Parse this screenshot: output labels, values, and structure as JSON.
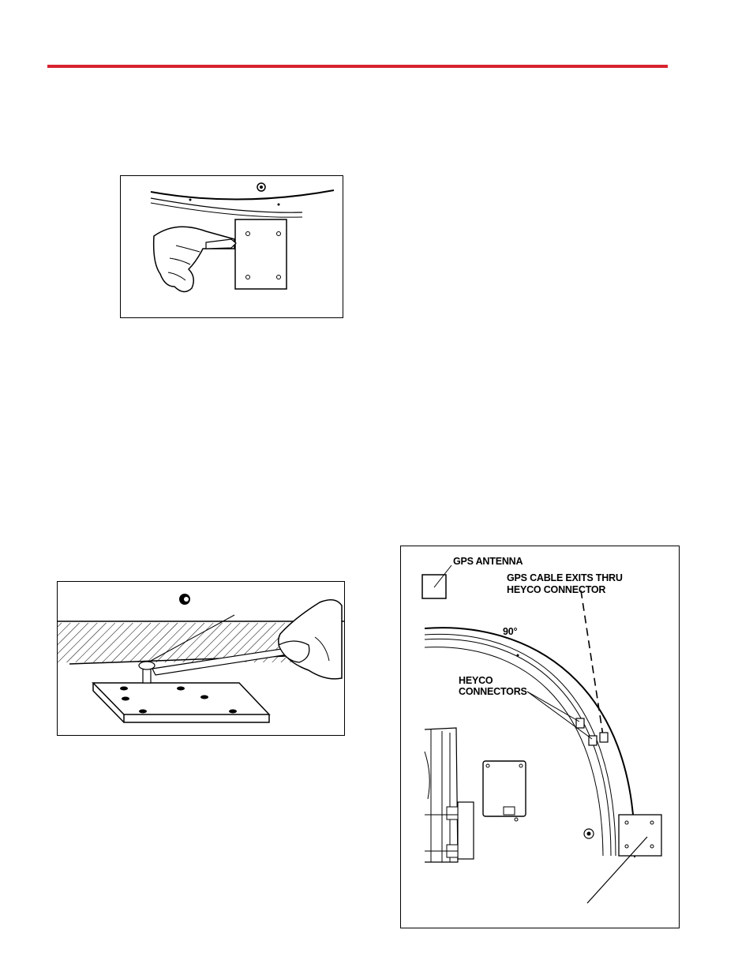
{
  "header": {
    "rule_color": "#d7232e"
  },
  "figure3": {
    "labels": {
      "gps_antenna": "GPS ANTENNA",
      "cable_exit_line1": "GPS CABLE EXITS THRU",
      "cable_exit_line2": "HEYCO CONNECTOR",
      "angle": "90°",
      "heyco_line1": "HEYCO",
      "heyco_line2": "CONNECTORS"
    }
  }
}
